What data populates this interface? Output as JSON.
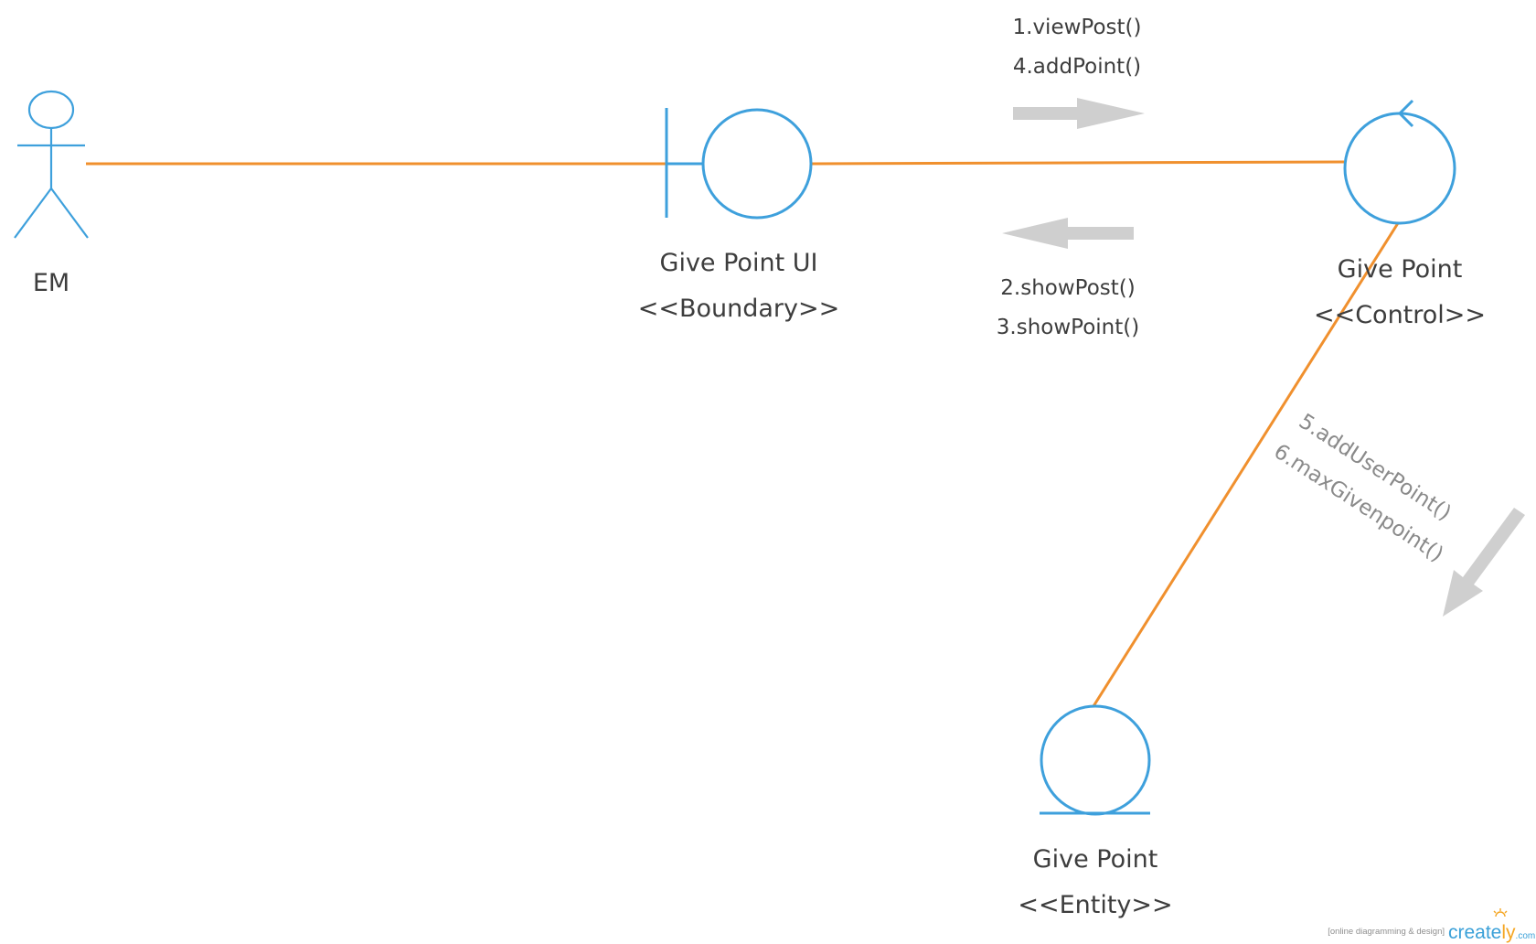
{
  "colors": {
    "shape": "#3ea0dc",
    "link": "#f0902e",
    "arrow": "#cfcfcf",
    "text": "#3d3d3d",
    "rotated_text": "#8a8a8a"
  },
  "elements": {
    "actor": {
      "label": "EM"
    },
    "boundary": {
      "name": "Give Point UI",
      "stereotype": "<<Boundary>>"
    },
    "control": {
      "name": "Give Point",
      "stereotype": "<<Control>>"
    },
    "entity": {
      "name": "Give Point",
      "stereotype": "<<Entity>>"
    }
  },
  "messages": {
    "to_control": [
      "1.viewPost()",
      "4.addPoint()"
    ],
    "to_boundary": [
      "2.showPost()",
      "3.showPoint()"
    ],
    "to_entity": [
      "5.addUserPoint()",
      "6.maxGivenpoint()"
    ]
  },
  "watermark": {
    "tagline": "[online diagramming & design]",
    "brand_main": "create",
    "brand_accent": "ly",
    "brand_suffix": ".com"
  }
}
